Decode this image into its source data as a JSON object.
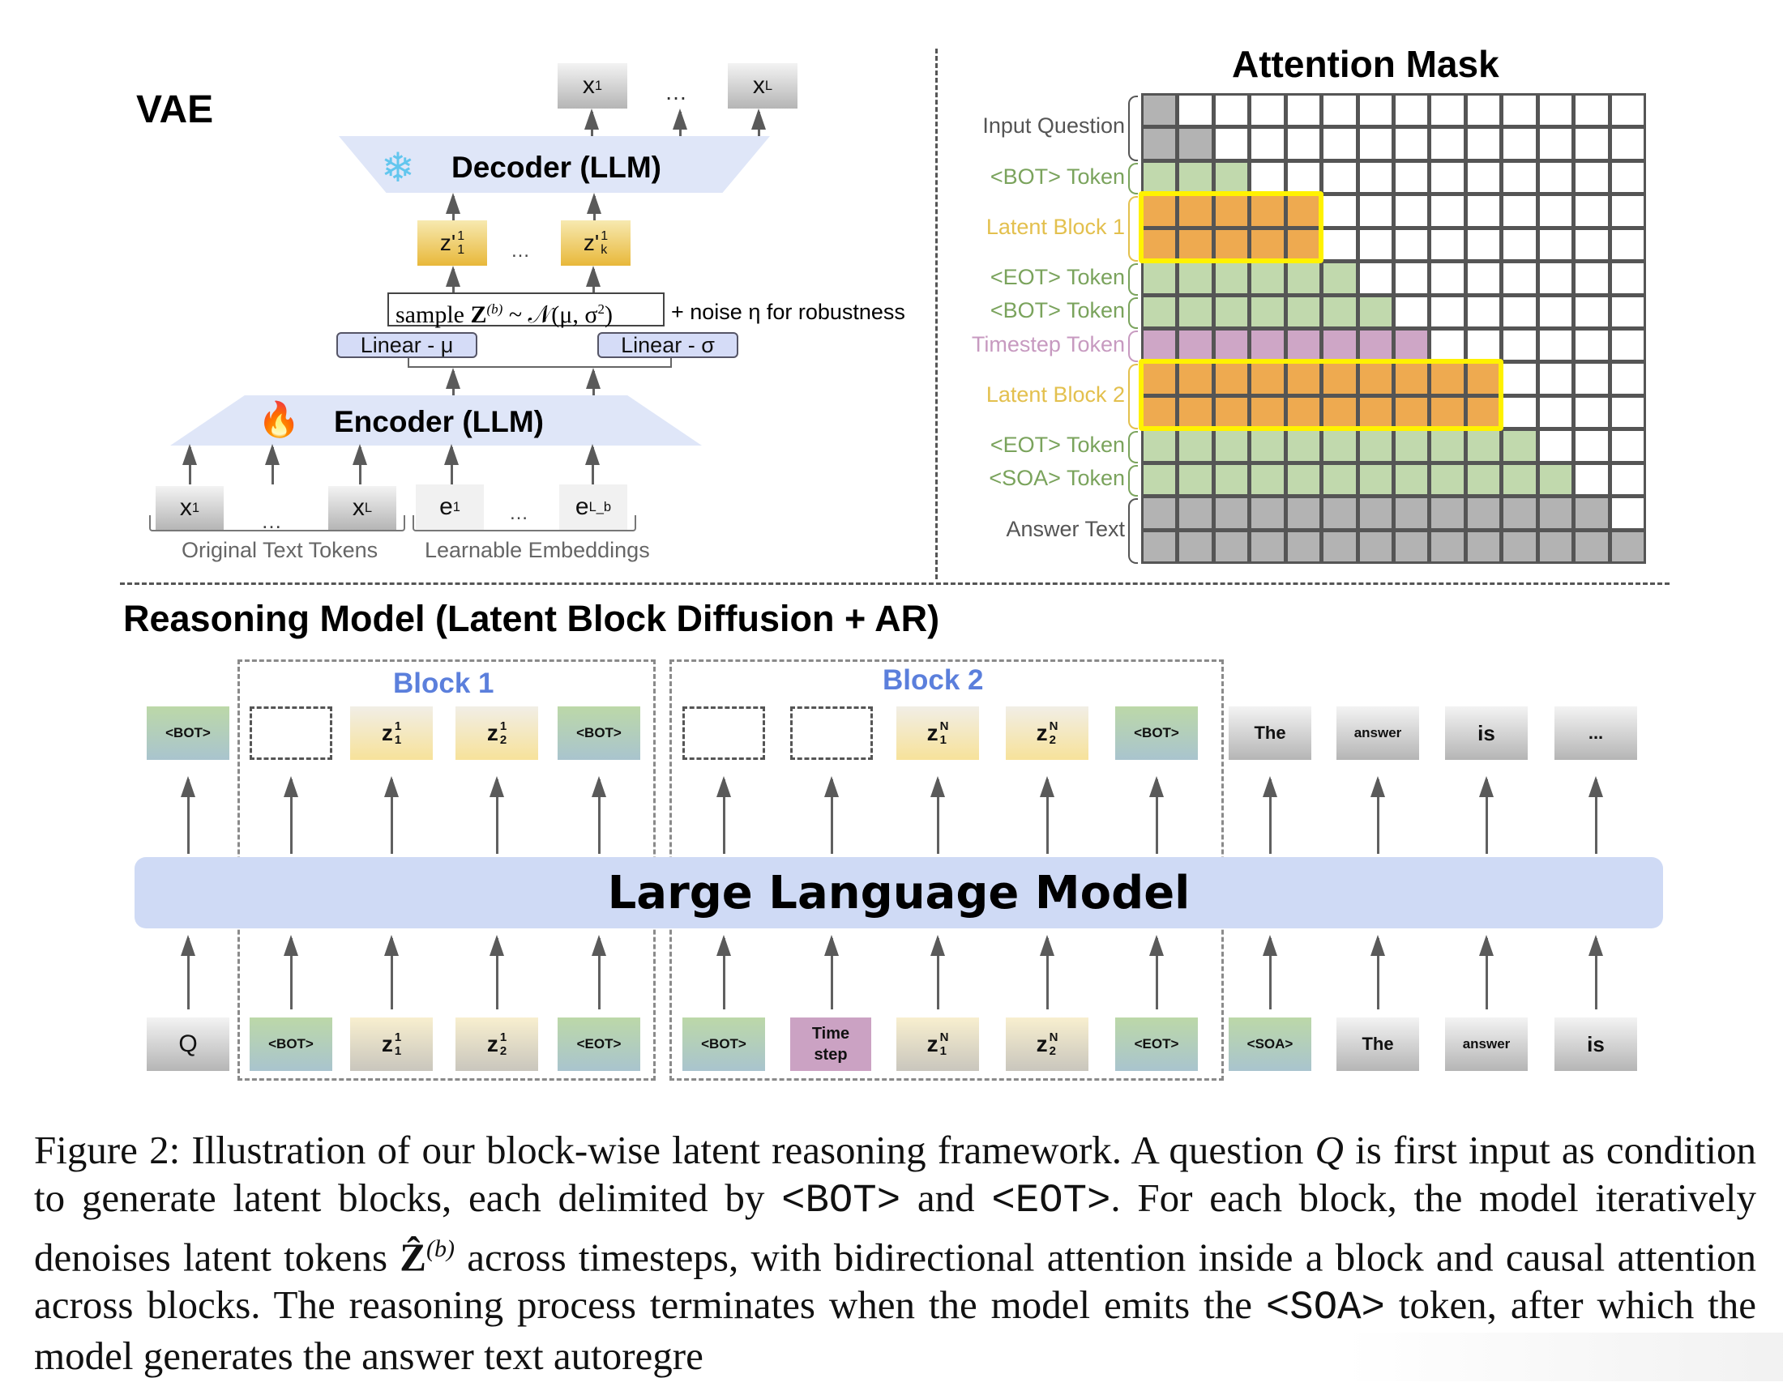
{
  "vae": {
    "title": "VAE",
    "decoder_label": "Decoder (LLM)",
    "decoder_icon": "snowflake-icon",
    "encoder_label": "Encoder (LLM)",
    "encoder_icon": "fire-icon",
    "decoder_outputs": [
      {
        "base": "x",
        "sub": "1"
      },
      {
        "base": "x",
        "sub": "L"
      }
    ],
    "ellipsis": "…",
    "latents": [
      {
        "base": "z'",
        "sub": "1",
        "sup": "1"
      },
      {
        "base": "z'",
        "sub": "k",
        "sup": "1"
      }
    ],
    "sample_formula": "sample Z(b) ~ N(μ, σ²)",
    "sample_prefix": "sample",
    "sample_rest": "~ 𝒩(μ, σ",
    "noise_text": "+ noise η for robustness",
    "linear_mu": "Linear - μ",
    "linear_sigma": "Linear - σ",
    "inputs_text": [
      {
        "base": "x",
        "sub": "1"
      },
      {
        "base": "x",
        "sub": "L"
      }
    ],
    "inputs_embed": [
      {
        "base": "e",
        "sub": "1"
      },
      {
        "base": "e",
        "sub": "L_b"
      }
    ],
    "group_text": "Original Text Tokens",
    "group_embed": "Learnable Embeddings"
  },
  "attention_mask": {
    "title": "Attention Mask",
    "size": 14,
    "row_labels": [
      {
        "label": "Input Question",
        "rows": 2,
        "color": "#555555"
      },
      {
        "label": "<BOT> Token",
        "rows": 1,
        "color": "#7aa35c"
      },
      {
        "label": "Latent Block 1",
        "rows": 2,
        "color": "#e3c04e"
      },
      {
        "label": "<EOT> Token",
        "rows": 1,
        "color": "#7aa35c"
      },
      {
        "label": "<BOT> Token",
        "rows": 1,
        "color": "#7aa35c"
      },
      {
        "label": "Timestep Token",
        "rows": 1,
        "color": "#c79ac0"
      },
      {
        "label": "Latent Block 2",
        "rows": 2,
        "color": "#e3c04e"
      },
      {
        "label": "<EOT> Token",
        "rows": 1,
        "color": "#7aa35c"
      },
      {
        "label": "<SOA> Token",
        "rows": 1,
        "color": "#7aa35c"
      },
      {
        "label": "Answer Text",
        "rows": 2,
        "color": "#555555"
      }
    ],
    "row_fill": [
      1,
      2,
      3,
      5,
      5,
      6,
      7,
      8,
      10,
      10,
      11,
      12,
      13,
      14
    ],
    "row_kind": [
      "gray",
      "gray",
      "green",
      "orange",
      "orange",
      "green",
      "green",
      "pink",
      "orange",
      "orange",
      "green",
      "green",
      "gray",
      "gray"
    ],
    "colors": {
      "gray": "#b3b3b3",
      "green": "#c1d9ad",
      "orange": "#eeaa50",
      "pink": "#cea6c6",
      "highlight": "#fff200",
      "grid": "#555555"
    },
    "highlight_blocks": [
      {
        "row_start": 3,
        "rows": 2,
        "cols": 5
      },
      {
        "row_start": 8,
        "rows": 2,
        "cols": 10
      }
    ]
  },
  "reasoning": {
    "title": "Reasoning Model (Latent Block Diffusion + AR)",
    "block1_label": "Block 1",
    "block2_label": "Block 2",
    "llm_label": "Large Language Model",
    "output_row": [
      {
        "text": "<BOT>",
        "kind": "green"
      },
      {
        "text": "",
        "kind": "empty"
      },
      {
        "base": "z",
        "sub": "1",
        "sup": "1",
        "kind": "yellow"
      },
      {
        "base": "z",
        "sub": "2",
        "sup": "1",
        "kind": "yellow"
      },
      {
        "text": "<BOT>",
        "kind": "green"
      },
      {
        "text": "",
        "kind": "empty"
      },
      {
        "text": "",
        "kind": "empty"
      },
      {
        "base": "z",
        "sub": "1",
        "sup": "N",
        "kind": "yellow"
      },
      {
        "base": "z",
        "sub": "2",
        "sup": "N",
        "kind": "yellow"
      },
      {
        "text": "<BOT>",
        "kind": "green"
      },
      {
        "text": "The",
        "kind": "gray"
      },
      {
        "text": "answer",
        "kind": "gray"
      },
      {
        "text": "is",
        "kind": "gray"
      },
      {
        "text": "...",
        "kind": "gray"
      }
    ],
    "input_row": [
      {
        "text": "Q",
        "kind": "gray"
      },
      {
        "text": "<BOT>",
        "kind": "green"
      },
      {
        "base": "z",
        "sub": "1",
        "sup": "1",
        "kind": "yellowgray"
      },
      {
        "base": "z",
        "sub": "2",
        "sup": "1",
        "kind": "yellowgray"
      },
      {
        "text": "<EOT>",
        "kind": "green"
      },
      {
        "text": "<BOT>",
        "kind": "green"
      },
      {
        "text": "Time step",
        "kind": "pink"
      },
      {
        "base": "z",
        "sub": "1",
        "sup": "N",
        "kind": "yellowgray"
      },
      {
        "base": "z",
        "sub": "2",
        "sup": "N",
        "kind": "yellowgray"
      },
      {
        "text": "<EOT>",
        "kind": "green"
      },
      {
        "text": "<SOA>",
        "kind": "green"
      },
      {
        "text": "The",
        "kind": "gray"
      },
      {
        "text": "answer",
        "kind": "gray"
      },
      {
        "text": "is",
        "kind": "gray"
      }
    ]
  },
  "caption": {
    "p1": "Figure 2:  Illustration of our block-wise latent reasoning framework.  A question ",
    "q": "Q",
    "p2": " is first input as condition to generate latent blocks, each delimited by ",
    "bot": "<BOT>",
    "p3": " and ",
    "eot": "<EOT>",
    "p4": ".  For each block, the model iteratively denoises latent tokens ",
    "zhat": "Ẑ",
    "zsup": "(b)",
    "p5": " across timesteps, with bidirectional attention inside a block and causal attention across blocks.  The reasoning process terminates when the model emits the ",
    "soa": "<SOA>",
    "p6": " token, after which the model generates the answer text autoregre"
  }
}
